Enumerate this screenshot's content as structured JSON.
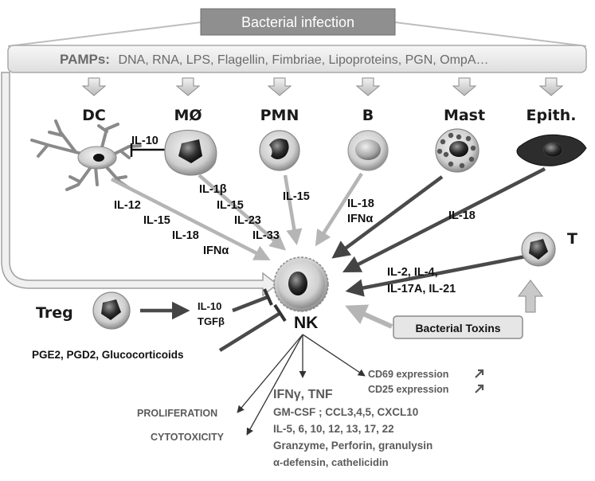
{
  "infection": {
    "title": "Bacterial infection"
  },
  "pamps": {
    "label": "PAMPs:",
    "items": "DNA, RNA, LPS, Flagellin, Fimbriae, Lipoproteins, PGN, OmpA…"
  },
  "cells": {
    "dc": "DC",
    "mo": "MØ",
    "pmn": "PMN",
    "b": "B",
    "mast": "Mast",
    "epith": "Epith.",
    "nk": "NK",
    "t": "T",
    "treg": "Treg"
  },
  "signals": {
    "il10_block": "IL-10",
    "dc": [
      "IL-12",
      "IL-15",
      "IL-18",
      "IFNα"
    ],
    "mo": [
      "IL-1β",
      "IL-15",
      "IL-23",
      "IL-33"
    ],
    "pmn": [
      "IL-15"
    ],
    "b": [
      "IL-18",
      "IFNα"
    ],
    "epith": [
      "IL-18"
    ],
    "t": [
      "IL-2, IL-4,",
      "IL-17A, IL-21"
    ],
    "treg": [
      "IL-10",
      "TGFβ"
    ],
    "inhibitors": "PGE2, PGD2, Glucocorticoids"
  },
  "toxins": {
    "label": "Bacterial Toxins"
  },
  "outputs": {
    "proliferation": "PROLIFERATION",
    "cytotoxicity": "CYTOTOXICITY",
    "cd69": "CD69 expression",
    "cd25": "CD25 expression",
    "secreted": [
      "IFNγ, TNF",
      "GM-CSF ; CCL3,4,5, CXCL10",
      "IL-5, 6, 10, 12, 13, 17, 22",
      "Granzyme, Perforin, granulysin",
      "α-defensin, cathelicidin"
    ]
  },
  "colors": {
    "dark_arrow": "#4a4a4a",
    "light_arrow": "#b8b8b8",
    "box_fill": "#8e8e8e",
    "panel_fill": "#ececec"
  }
}
